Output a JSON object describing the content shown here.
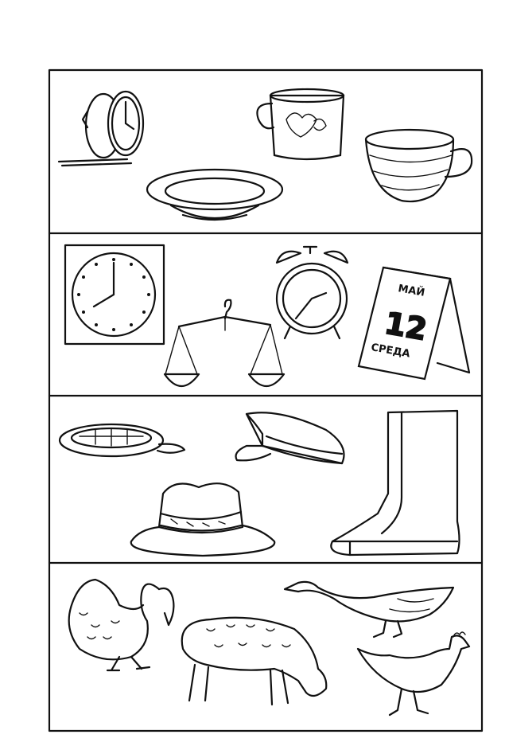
{
  "worksheet": {
    "rows": [
      {
        "theme": "dishes",
        "items": [
          "alarm-clock-old",
          "mug",
          "teacup",
          "soup-plate"
        ]
      },
      {
        "theme": "time",
        "items": [
          "wall-clock",
          "scales",
          "alarm-clock",
          "calendar"
        ]
      },
      {
        "theme": "headwear-footwear",
        "items": [
          "flat-cap",
          "peaked-cap",
          "hat",
          "boot"
        ]
      },
      {
        "theme": "animals",
        "items": [
          "turkey",
          "goose",
          "sheep",
          "hen"
        ]
      }
    ],
    "calendar": {
      "month": "МАЙ",
      "day": "12",
      "weekday": "СРЕДА"
    }
  }
}
